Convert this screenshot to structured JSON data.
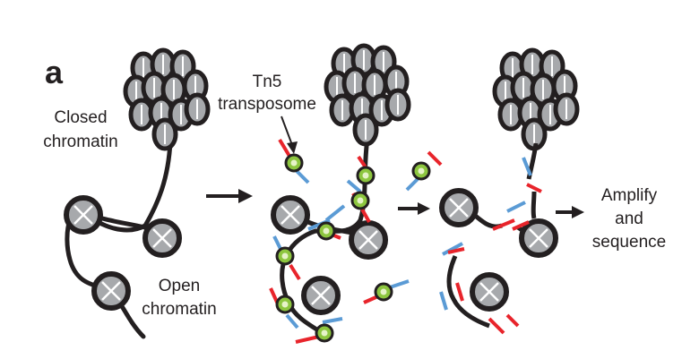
{
  "panel_letter": "a",
  "labels": {
    "closed_line1": "Closed",
    "closed_line2": "chromatin",
    "open_line1": "Open",
    "open_line2": "chromatin",
    "tn5_line1": "Tn5",
    "tn5_line2": "transposome",
    "amplify_line1": "Amplify",
    "amplify_line2": "and",
    "amplify_line3": "sequence"
  },
  "colors": {
    "dna": "#231f20",
    "nucleosome_fill": "#a7a9ac",
    "nucleosome_cross": "#ffffff",
    "adapter_red": "#e8242b",
    "adapter_blue": "#5b9bd5",
    "tn5_green": "#8dc63f"
  },
  "icons": [
    "arrow-right-icon",
    "nucleosome-icon",
    "tn5-transposome-icon",
    "adapter-icon"
  ]
}
